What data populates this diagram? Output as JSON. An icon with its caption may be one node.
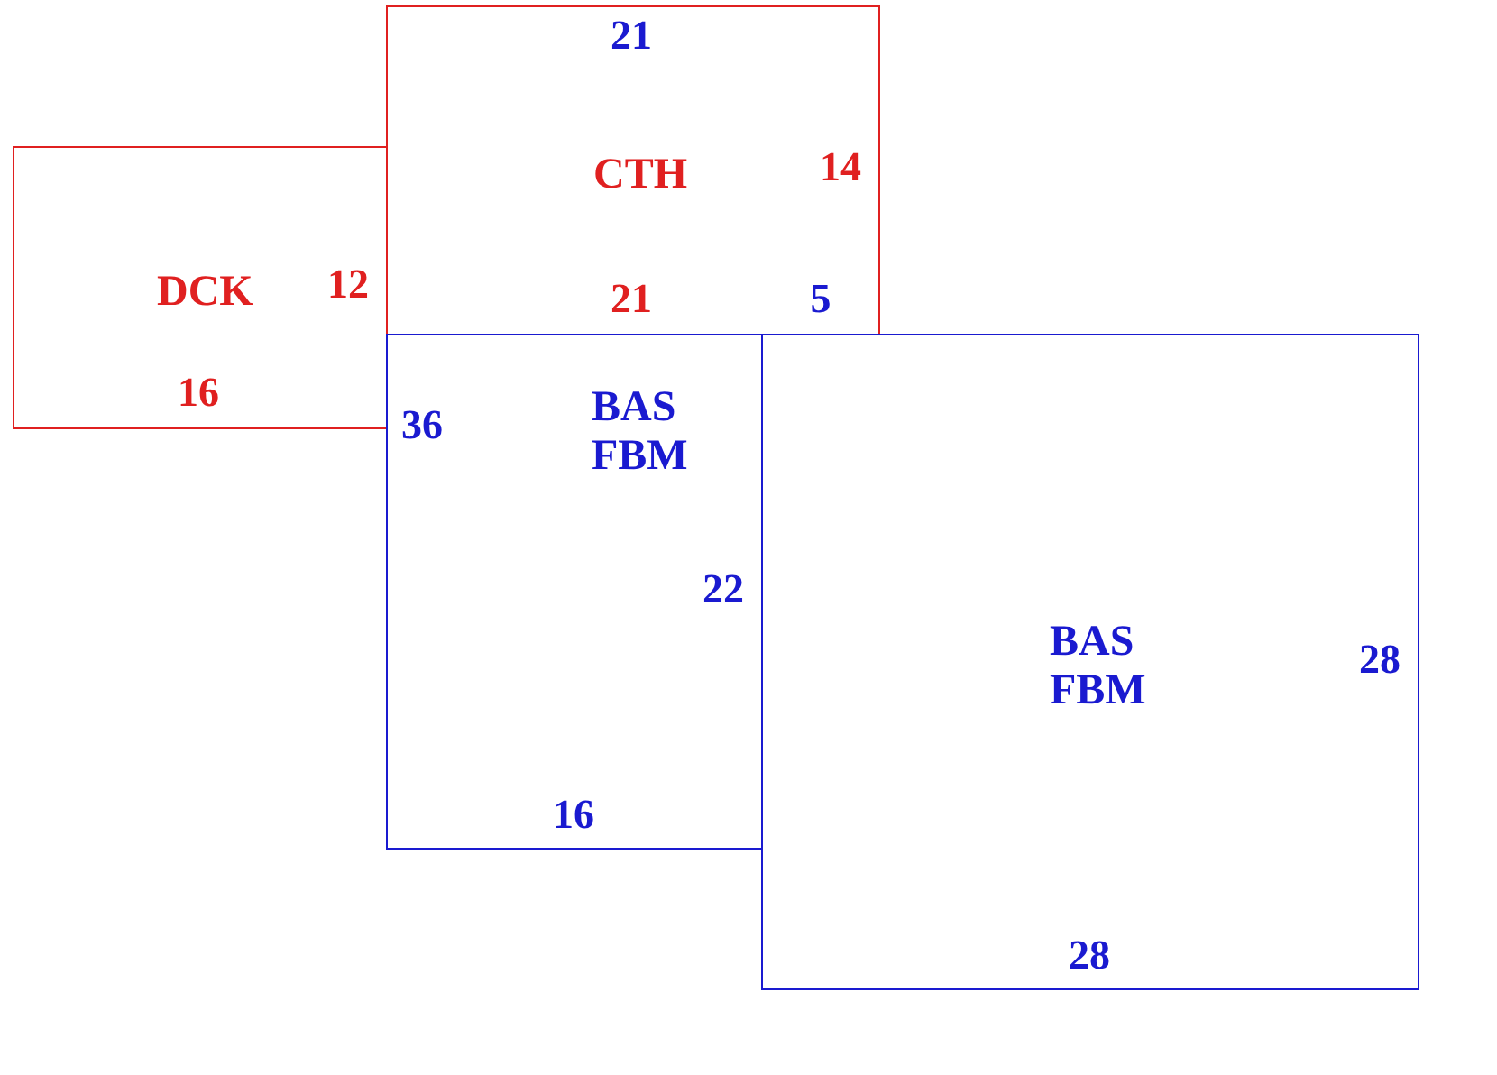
{
  "diagram": {
    "nodes": [
      {
        "text": [
          "CTH"
        ]
      },
      {
        "text": [
          "DCK"
        ]
      },
      {
        "text": [
          "BAS FBM"
        ]
      },
      {
        "text": [
          "BAS FBM"
        ]
      }
    ],
    "labels": [
      "21",
      "14",
      "12",
      "21",
      "5",
      "16",
      "36",
      "22",
      "28",
      "16",
      "28"
    ]
  }
}
